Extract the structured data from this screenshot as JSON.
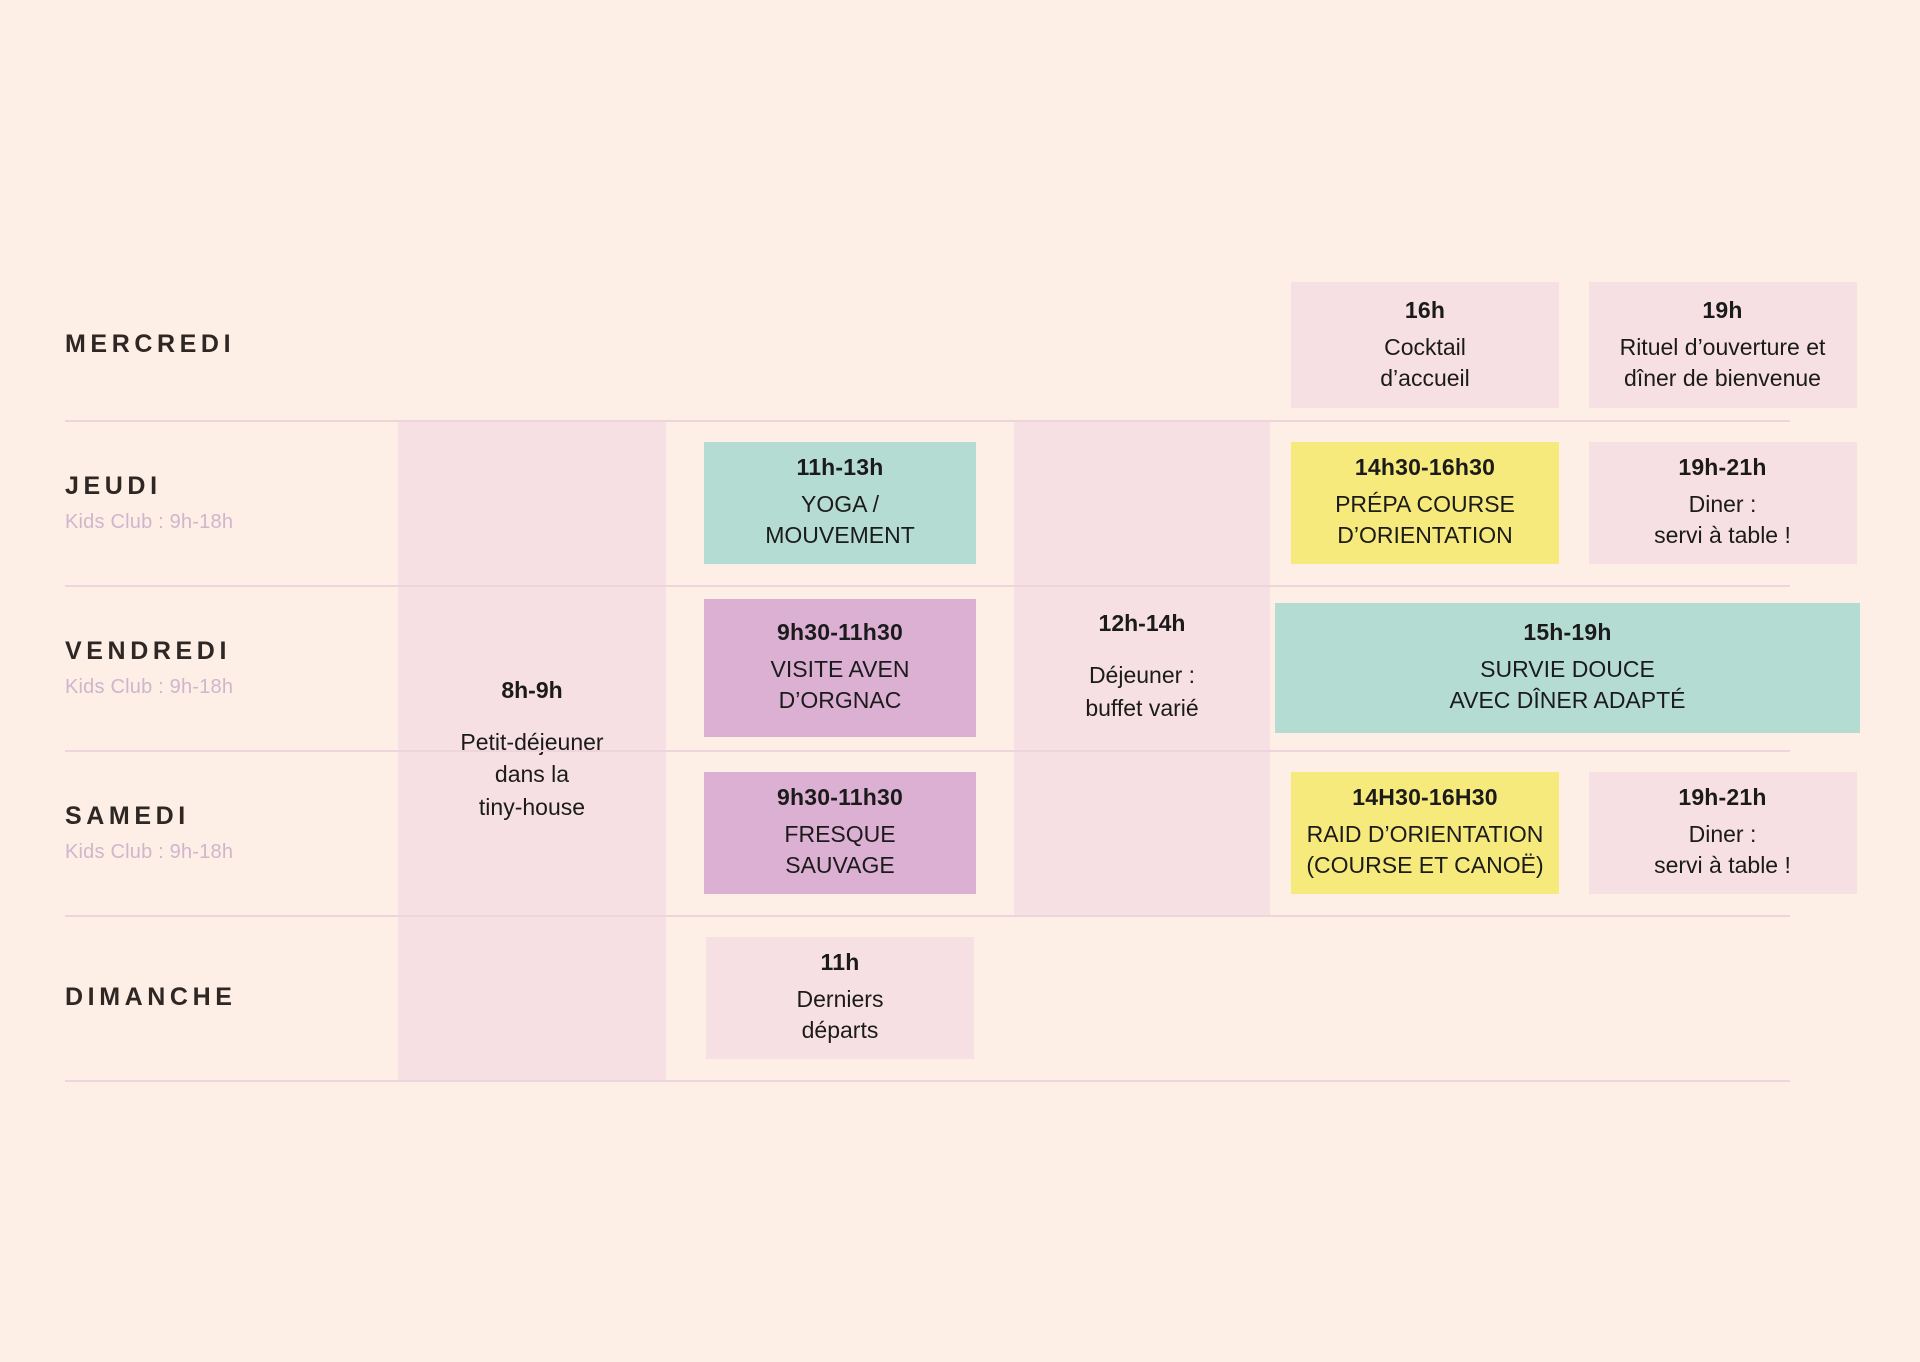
{
  "colors": {
    "page_background": "#fdeee6",
    "band_pink": "#f7e0e3",
    "card_teal": "#b5dcd2",
    "card_mauve": "#dcb0d3",
    "card_yellow": "#f7ea7c",
    "text_dark": "#1b1b1b",
    "day_label": "#2e2724",
    "day_sub": "#cfb6cd",
    "rule": "#eed5dd"
  },
  "days": [
    {
      "name": "MERCREDI",
      "sub": ""
    },
    {
      "name": "JEUDI",
      "sub": "Kids Club : 9h-18h"
    },
    {
      "name": "VENDREDI",
      "sub": "Kids Club : 9h-18h"
    },
    {
      "name": "SAMEDI",
      "sub": "Kids Club : 9h-18h"
    },
    {
      "name": "DIMANCHE",
      "sub": ""
    }
  ],
  "meals": {
    "breakfast": {
      "time": "8h-9h",
      "desc": "Petit-déjeuner\ndans la\ntiny-house"
    },
    "lunch": {
      "time": "12h-14h",
      "desc": "Déjeuner :\nbuffet varié"
    }
  },
  "events": {
    "mercredi_cocktail": {
      "time": "16h",
      "desc": "Cocktail\nd’accueil"
    },
    "mercredi_rituel": {
      "time": "19h",
      "desc": "Rituel d’ouverture et\ndîner de bienvenue"
    },
    "jeudi_yoga": {
      "time": "11h-13h",
      "desc": "YOGA /\nMOUVEMENT"
    },
    "jeudi_prepa": {
      "time": "14h30-16h30",
      "desc": "PRÉPA COURSE\nD’ORIENTATION"
    },
    "jeudi_diner": {
      "time": "19h-21h",
      "desc": "Diner :\nservi à table !"
    },
    "vendredi_aven": {
      "time": "9h30-11h30",
      "desc": "VISITE AVEN\nD’ORGNAC"
    },
    "vendredi_survie": {
      "time": "15h-19h",
      "desc": "SURVIE DOUCE\nAVEC DÎNER ADAPTÉ"
    },
    "samedi_fresque": {
      "time": "9h30-11h30",
      "desc": "FRESQUE\nSAUVAGE"
    },
    "samedi_raid": {
      "time": "14H30-16H30",
      "desc": "RAID D’ORIENTATION\n(COURSE ET CANOË)"
    },
    "samedi_diner": {
      "time": "19h-21h",
      "desc": "Diner :\nservi à table !"
    },
    "dimanche_departs": {
      "time": "11h",
      "desc": "Derniers\ndéparts"
    }
  }
}
